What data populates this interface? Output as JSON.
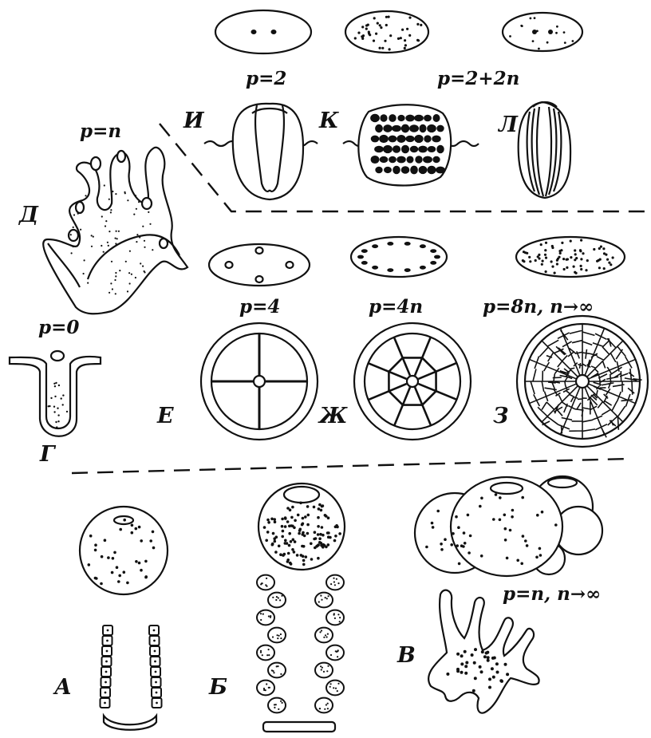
{
  "panels": {
    "A": {
      "letter": "А"
    },
    "B": {
      "letter": "Б"
    },
    "V": {
      "letter": "В",
      "formula": "p=n, n→∞"
    },
    "G": {
      "letter": "Г",
      "formula": "p=0"
    },
    "D": {
      "letter": "Д",
      "formula": "p=n"
    },
    "E": {
      "letter": "Е",
      "formula": "p=4"
    },
    "Zh": {
      "letter": "Ж",
      "formula": "p=4n"
    },
    "Z": {
      "letter": "З",
      "formula": "p=8n, n→∞"
    },
    "I": {
      "letter": "И",
      "formula": "p=2"
    },
    "K": {
      "letter": "К"
    },
    "L": {
      "letter": "Л"
    }
  },
  "shared": {
    "formula_KL": "p=2+2n"
  }
}
